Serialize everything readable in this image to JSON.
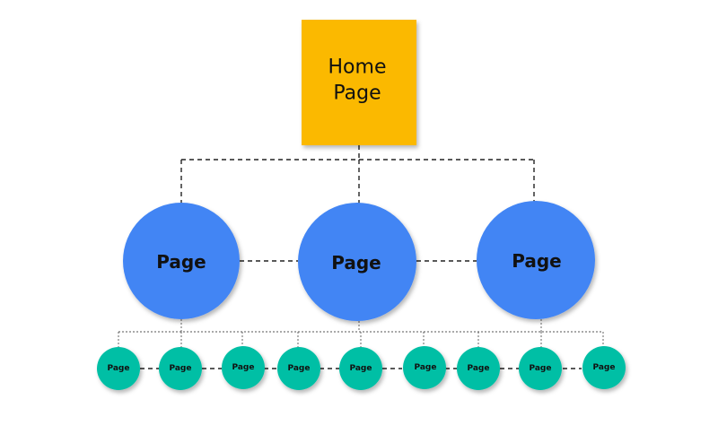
{
  "home": {
    "label_line1": "Home",
    "label_line2": "Page",
    "color": "#FBB900"
  },
  "level2": {
    "color": "#4285F4",
    "items": [
      {
        "label": "Page"
      },
      {
        "label": "Page"
      },
      {
        "label": "Page"
      }
    ]
  },
  "level3": {
    "color": "#00BFA5",
    "items": [
      {
        "label": "Page"
      },
      {
        "label": "Page"
      },
      {
        "label": "Page"
      },
      {
        "label": "Page"
      },
      {
        "label": "Page"
      },
      {
        "label": "Page"
      },
      {
        "label": "Page"
      },
      {
        "label": "Page"
      },
      {
        "label": "Page"
      }
    ]
  }
}
